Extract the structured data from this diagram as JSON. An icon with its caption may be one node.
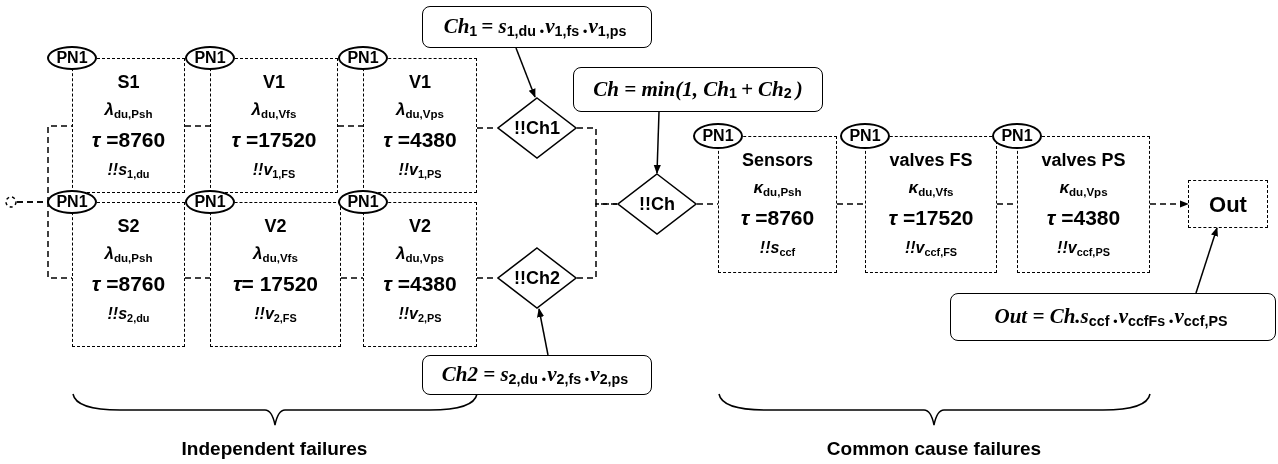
{
  "diagram": {
    "nodes": [
      {
        "text": [],
        "shape": "circle"
      },
      {
        "text": [
          "PN1"
        ]
      },
      {
        "text": [
          "S1",
          "*λ*$_{du,Psh}$",
          "*τ* =8760",
          "*!!s*$_{1,du}$"
        ]
      },
      {
        "text": [
          "PN1"
        ]
      },
      {
        "text": [
          "V1",
          "*λ*$_{du,Vfs}$",
          "*τ* =17520",
          "*!!v*$_{1,FS}$"
        ]
      },
      {
        "text": [
          "PN1"
        ]
      },
      {
        "text": [
          "V1",
          "*λ*$_{du,Vps}$",
          "*τ* =4380",
          "*!!v*$_{1,PS}$"
        ]
      },
      {
        "text": [
          "PN1"
        ]
      },
      {
        "text": [
          "S2",
          "*λ*$_{du,Psh}$",
          "*τ* =8760",
          "*!!s*$_{2,du}$"
        ]
      },
      {
        "text": [
          "PN1"
        ]
      },
      {
        "text": [
          "V2",
          "*λ*$_{du,Vfs}$",
          "*τ*= 17520",
          "*!!v*$_{2,FS}$"
        ]
      },
      {
        "text": [
          "PN1"
        ]
      },
      {
        "text": [
          "V2",
          "*λ*$_{du,Vps}$",
          "*τ* =4380",
          "*!!v*$_{2,PS}$"
        ]
      },
      {
        "text": [
          "Ch$_{1}$ = s$_{1,du}$.v$_{1,fs}$.v$_{1,ps}$"
        ]
      },
      {
        "text": [
          "!!Ch1"
        ]
      },
      {
        "text": [
          "!!Ch2"
        ]
      },
      {
        "text": [
          "Ch2 = s$_{2,du}$.v$_{2,fs}$.v$_{2,ps}$"
        ]
      },
      {
        "text": [
          "Ch = min(1, Ch$_{1}$+ Ch$_{2}$)"
        ]
      },
      {
        "text": [
          "!!Ch"
        ]
      },
      {
        "text": [
          "PN1"
        ]
      },
      {
        "text": [
          "Sensors",
          "*κ*$_{du,Psh}$",
          "*τ* =8760",
          "*!!s*$_{ccf}$"
        ]
      },
      {
        "text": [
          "PN1"
        ]
      },
      {
        "text": [
          "valves FS",
          "*κ*$_{du,Vfs}$",
          "*τ* =17520",
          "*!!v*$_{ccf,FS}$"
        ]
      },
      {
        "text": [
          "PN1"
        ]
      },
      {
        "text": [
          "valves PS",
          "*κ*$_{du,Vps}$",
          "*τ* =4380",
          "*!!v*$_{ccf,PS}$"
        ]
      },
      {
        "text": [
          "Out"
        ]
      },
      {
        "text": [
          "Out = Ch.s$_{ccf}$.v$_{ccfFs}$.v$_{ccf,PS}$"
        ]
      }
    ],
    "edges": [
      {
        "from": 0,
        "to": 2,
        "arrow": "none",
        "style": "dashed"
      },
      {
        "from": 0,
        "to": 8,
        "arrow": "none",
        "style": "dashed"
      },
      {
        "from": 2,
        "to": 4,
        "arrow": "none",
        "style": "dashed"
      },
      {
        "from": 4,
        "to": 6,
        "arrow": "none",
        "style": "dashed"
      },
      {
        "from": 8,
        "to": 10,
        "arrow": "none",
        "style": "dashed"
      },
      {
        "from": 10,
        "to": 12,
        "arrow": "none",
        "style": "dashed"
      },
      {
        "from": 6,
        "to": 14,
        "arrow": "none",
        "style": "dashed"
      },
      {
        "from": 12,
        "to": 15,
        "arrow": "none",
        "style": "dashed"
      },
      {
        "from": 14,
        "to": 18,
        "arrow": "none",
        "style": "dashed"
      },
      {
        "from": 15,
        "to": 18,
        "arrow": "none",
        "style": "dashed"
      },
      {
        "from": 18,
        "to": 20,
        "arrow": "none",
        "style": "dashed"
      },
      {
        "from": 20,
        "to": 22,
        "arrow": "none",
        "style": "dashed"
      },
      {
        "from": 22,
        "to": 24,
        "arrow": "none",
        "style": "dashed"
      },
      {
        "from": 24,
        "to": 25,
        "arrow": "to",
        "style": "dashed"
      },
      {
        "from": 13,
        "to": 14,
        "arrow": "to"
      },
      {
        "from": 17,
        "to": 18,
        "arrow": "to"
      },
      {
        "from": 16,
        "to": 15,
        "arrow": "to"
      },
      {
        "from": 26,
        "to": 25,
        "arrow": "to"
      }
    ],
    "labels": [
      "Independent failures",
      "Common cause failures"
    ]
  }
}
